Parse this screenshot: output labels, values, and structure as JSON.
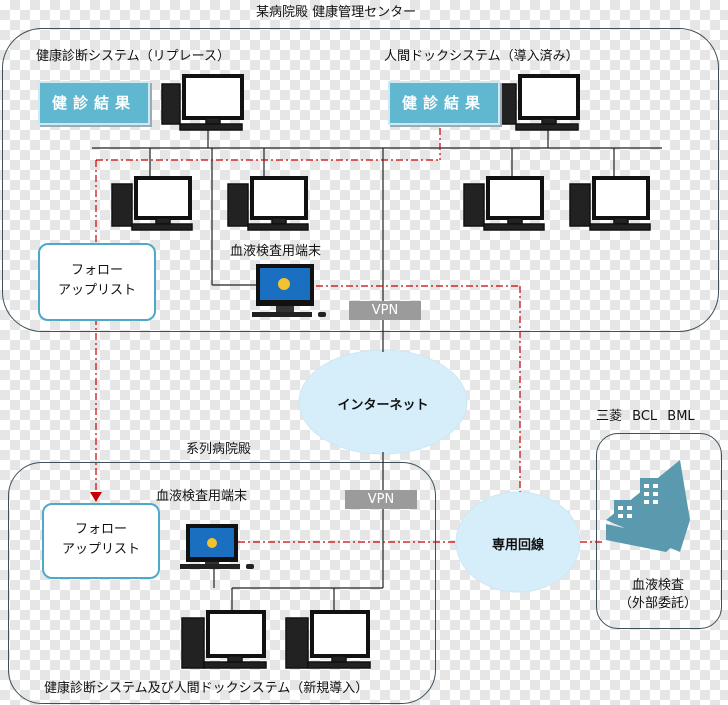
{
  "title": "某病院殿 健康管理センター",
  "labels": {
    "kenshin_system": "健康診断システム（リプレース）",
    "dock_system": "人間ドックシステム（導入済み）",
    "kenshin_result": "健診結果",
    "blood_terminal_top": "血液検査用端末",
    "blood_terminal_bottom": "血液検査用端末",
    "follow_line1": "フォロー",
    "follow_line2": "アップリスト",
    "vpn": "VPN",
    "internet": "インターネット",
    "branch_hospital": "系列病院殿",
    "dedicated_line": "専用回線",
    "lab_companies": "三菱 BCL BML",
    "blood_test_line1": "血液検査",
    "blood_test_line2": "（外部委託）",
    "bottom_system": "健康診断システム及び人間ドックシステム（新規導入）"
  },
  "colors": {
    "panel_border": "#3f4f5a",
    "button_blue": "#5fb8cf",
    "cloud": "#d6eefa",
    "dash_red": "#cc0000",
    "vpn_gray": "#9b9b9b"
  }
}
